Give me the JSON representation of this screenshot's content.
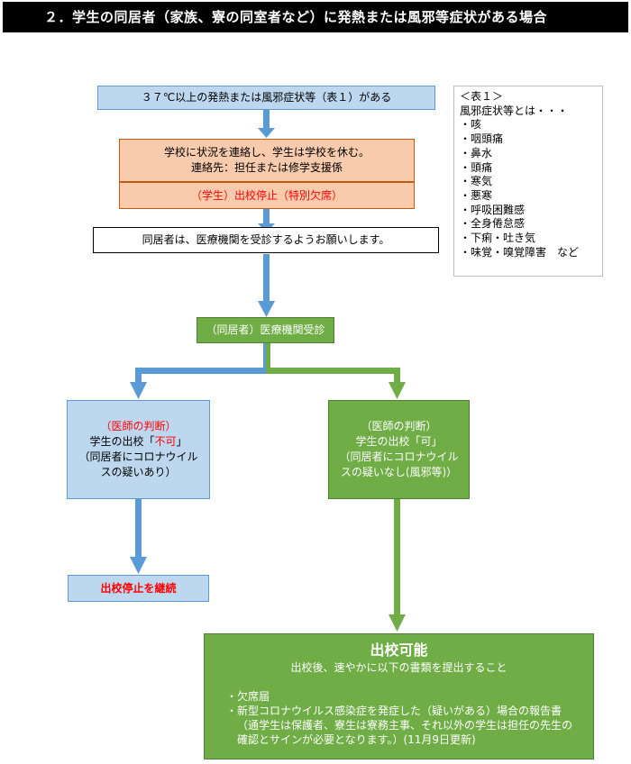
{
  "title": "２．学生の同居者（家族、寮の同室者など）に発熱または風邪等症状がある場合",
  "step1": "３７℃以上の発熱または風邪症状等（表１）がある",
  "step2": {
    "line1": "学校に状況を連絡し、学生は学校を休む。",
    "line2": "連絡先：担任または修学支援係",
    "stop": "（学生）出校停止（特別欠席）"
  },
  "step3": "同居者は、医療機関を受診するようお願いします。",
  "step4": "（同居者）医療機関受診",
  "left_branch": {
    "judgement": "（医師の判断）",
    "line_prefix": "学生の出校「",
    "verdict": "不可",
    "line_suffix": "」",
    "note1": "（同居者にコロナウイル",
    "note2": "スの疑いあり）",
    "result": "出校停止を継続"
  },
  "right_branch": {
    "judgement": "（医師の判断）",
    "line": "学生の出校「可」",
    "note1": "（同居者にコロナウイル",
    "note2": "スの疑いなし(風邪等)）"
  },
  "final": {
    "title": "出校可能",
    "subtitle": "出校後、速やかに以下の書類を提出すること",
    "items": [
      "・欠席届",
      "・新型コロナウイルス感染症を発症した（疑いがある）場合の報告書",
      "（通学生は保護者、寮生は寮務主事、それ以外の学生は担任の先生の",
      "確認とサインが必要となります。）(11月9日更新)"
    ]
  },
  "legend": {
    "header": "＜表１＞",
    "intro": "風邪症状等とは・・・",
    "items": [
      "・咳",
      "・咽頭痛",
      "・鼻水",
      "・頭痛",
      "・寒気",
      "・悪寒",
      "・呼吸困難感",
      "・全身倦怠感",
      "・下痢・吐き気",
      "・味覚・嗅覚障害　など"
    ]
  },
  "colors": {
    "blue_arrow": "#5b9bd5",
    "green_arrow": "#70ad47",
    "blue_fill": "#bdd7ee",
    "salmon_fill": "#f8cbad",
    "green_fill": "#70ad47",
    "alert_red": "#ff0000"
  }
}
